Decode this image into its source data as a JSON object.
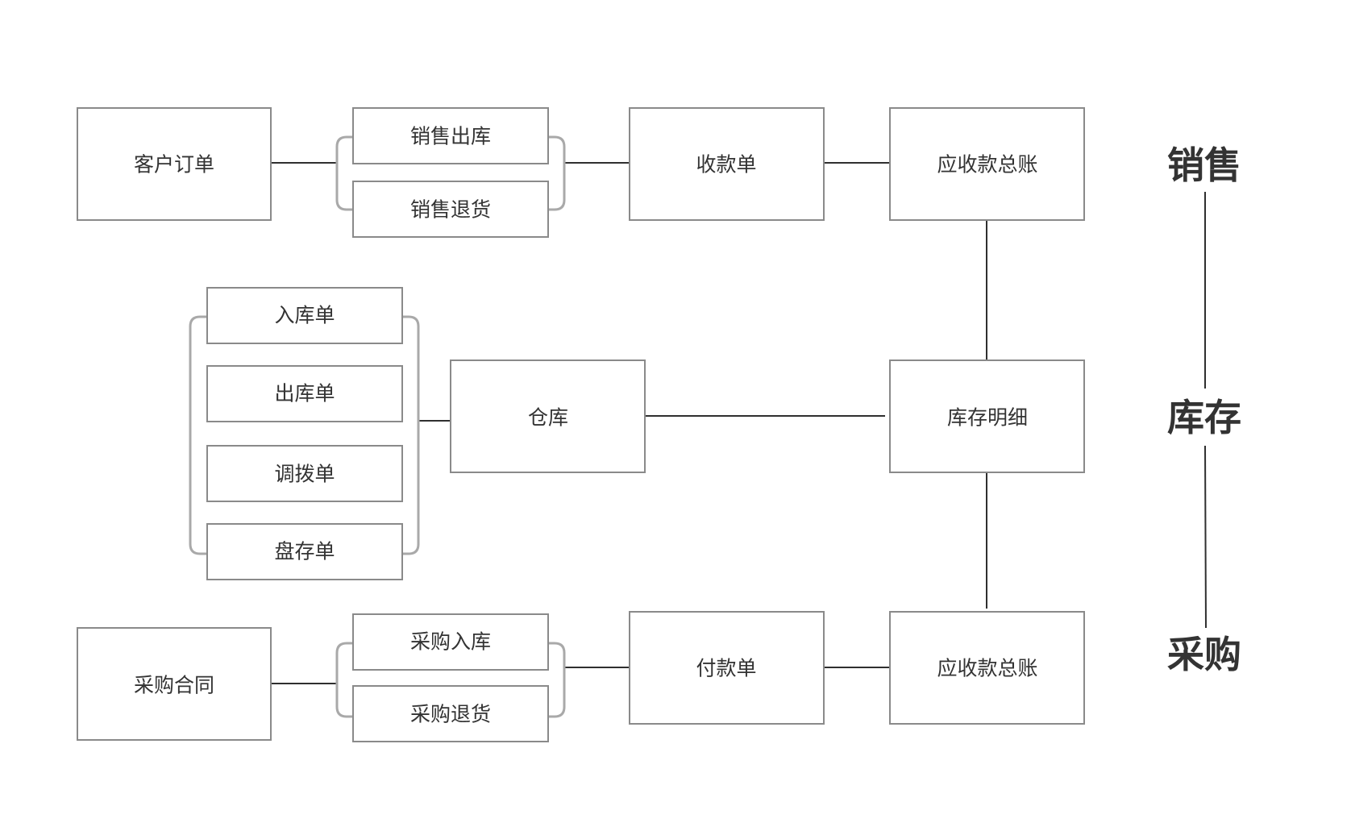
{
  "diagram": {
    "sales": {
      "customer_order": "客户订单",
      "sales_outbound": "销售出库",
      "sales_return": "销售退货",
      "receipt": "收款单",
      "receivable_ledger": "应收款总账"
    },
    "inventory": {
      "inbound_order": "入库单",
      "outbound_order": "出库单",
      "transfer_order": "调拨单",
      "stocktake_order": "盘存单",
      "warehouse": "仓库",
      "inventory_detail": "库存明细"
    },
    "purchase": {
      "purchase_contract": "采购合同",
      "purchase_inbound": "采购入库",
      "purchase_return": "采购退货",
      "payment": "付款单",
      "payable_ledger": "应收款总账"
    },
    "categories": {
      "sales": "销售",
      "inventory": "库存",
      "purchase": "采购"
    }
  }
}
